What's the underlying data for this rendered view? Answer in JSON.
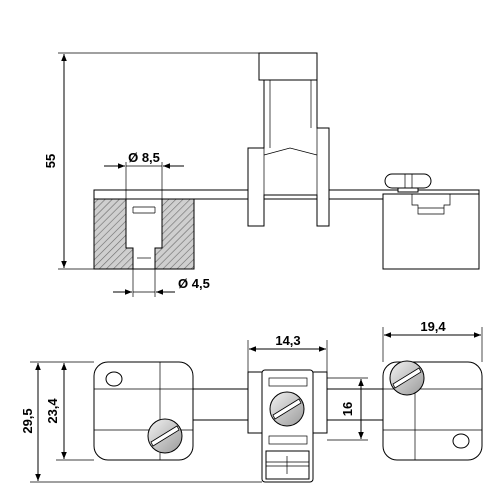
{
  "dimensions": {
    "height_total": "55",
    "bore_large": "Ø 8,5",
    "bore_small": "Ø 4,5",
    "width_center": "14,3",
    "width_right": "19,4",
    "height_center": "16",
    "height_outer": "29,5",
    "height_inner": "23,4"
  }
}
